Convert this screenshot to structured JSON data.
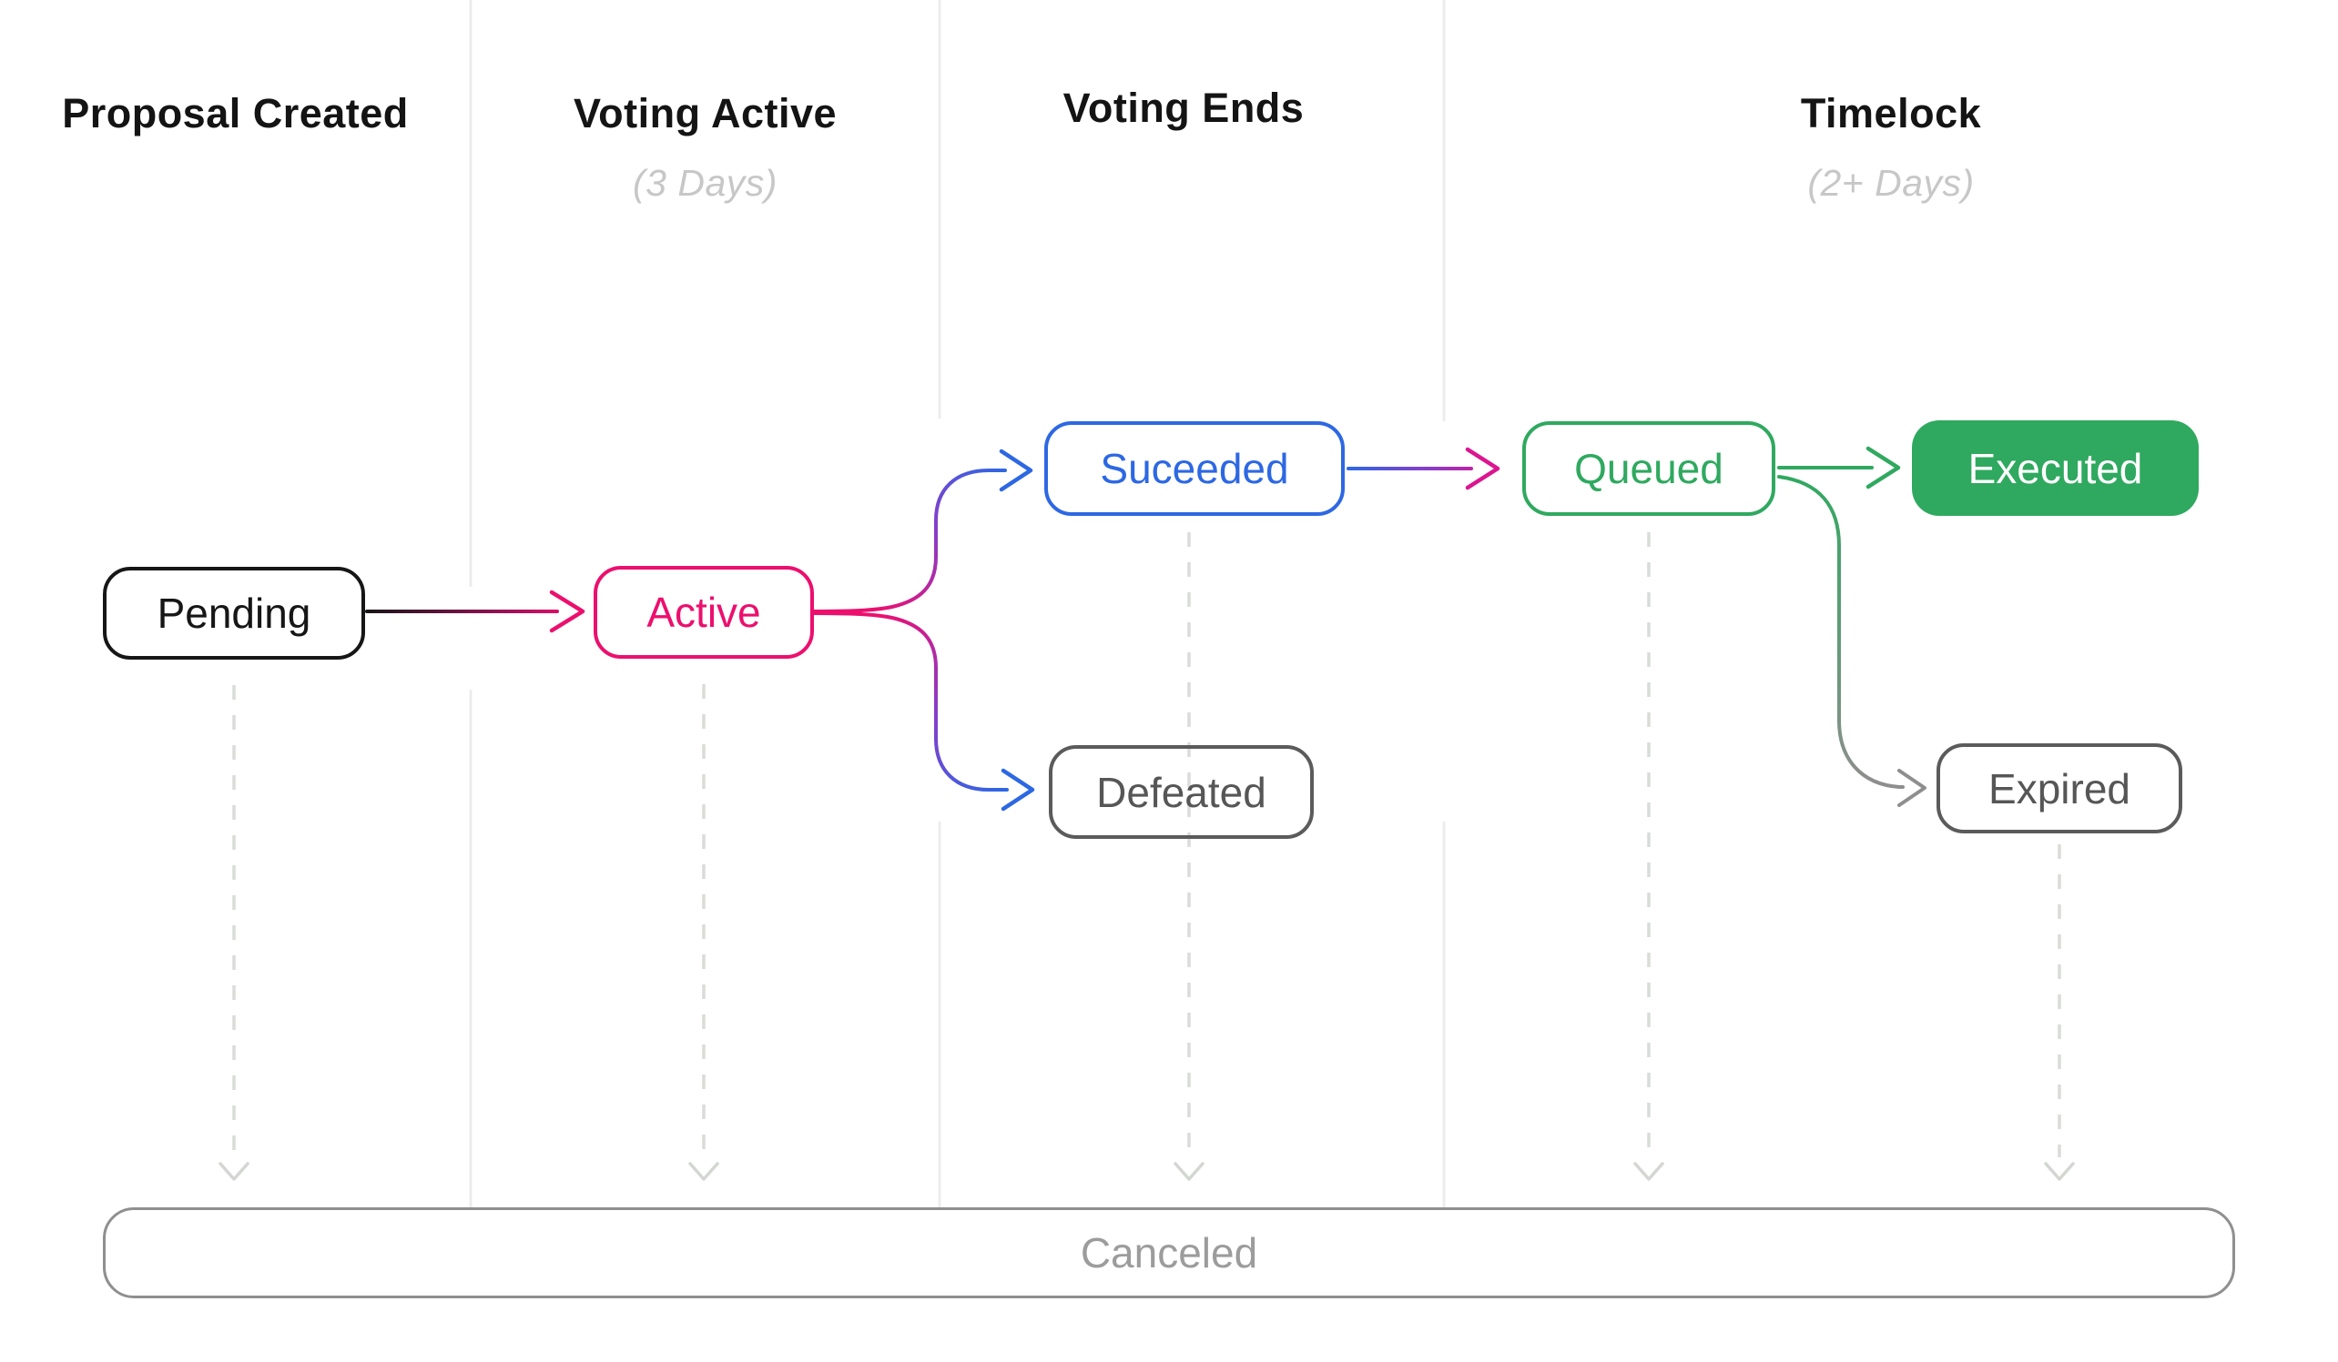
{
  "diagram": {
    "columns": [
      {
        "title": "Proposal Created",
        "subtitle": ""
      },
      {
        "title": "Voting Active",
        "subtitle": "(3 Days)"
      },
      {
        "title": "Voting Ends",
        "subtitle": ""
      },
      {
        "title": "Timelock",
        "subtitle": "(2+ Days)"
      }
    ],
    "nodes": {
      "pending": {
        "label": "Pending"
      },
      "active": {
        "label": "Active"
      },
      "succeeded": {
        "label": "Suceeded"
      },
      "defeated": {
        "label": "Defeated"
      },
      "queued": {
        "label": "Queued"
      },
      "executed": {
        "label": "Executed"
      },
      "expired": {
        "label": "Expired"
      },
      "canceled": {
        "label": "Canceled"
      }
    },
    "colors": {
      "pink": "#EC0F6E",
      "blue": "#2D68E3",
      "purple": "#8B3BC8",
      "magenta": "#DC1590",
      "green": "#2FA95F",
      "black": "#161616",
      "gray_node_border": "#5B5B5B",
      "gray_canceled_border": "#8F8F8F",
      "gray_canceled_text": "#9C9C9C",
      "dash_gray": "#D9DCD9",
      "separator_gray": "#ECECEC",
      "subtitle_gray": "#C7C7C7"
    }
  }
}
